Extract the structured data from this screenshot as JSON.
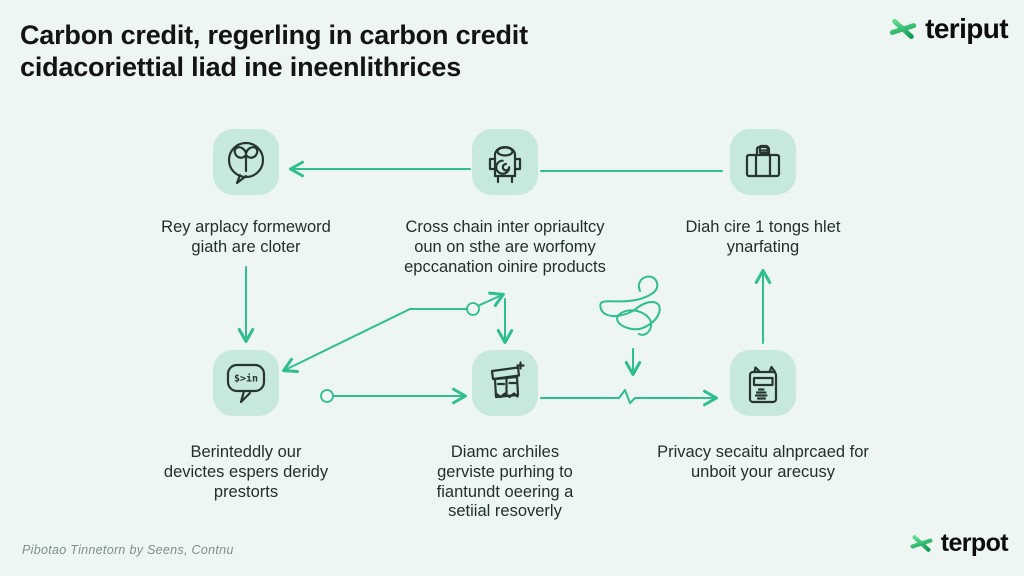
{
  "title": "Carbon credit, regerling in carbon credit\ncidacoriettial liad ine ineenlithrices",
  "logo_top": {
    "brand": "teriput",
    "icon": "asterisk-icon"
  },
  "logo_bottom": {
    "brand": "terpot",
    "icon": "asterisk-icon"
  },
  "footnote": "Pibotao Tinnetorn by Seens, Contnu",
  "colors": {
    "background": "#edf6f2",
    "node_fill": "#c6e8dd",
    "arrow_green": "#2fbe8f",
    "icon_stroke": "#26352f",
    "title_text": "#141414",
    "label_text": "#22302b",
    "logo_text": "#0d0d0d",
    "footnote_text": "#7e8e8a",
    "logo_green_light": "#5fdd8e",
    "logo_green_dark": "#0f9d58"
  },
  "nodes": [
    {
      "id": "top-left",
      "icon": "speech-circle-icon",
      "label": "Rey arplacy formeword\ngiath are cloter"
    },
    {
      "id": "top-center",
      "icon": "robot-icon",
      "label": "Cross chain inter opriaultcy\noun on sthe are worfomy\nepccanation oinire products"
    },
    {
      "id": "top-right",
      "icon": "briefcase-icon",
      "label": "Diah cire 1 tongs hlet\nynarfating"
    },
    {
      "id": "bottom-left",
      "icon": "code-chat-icon",
      "icon_text": "$>in",
      "label": "Berinteddly our\ndevictes espers deridy\nprestorts"
    },
    {
      "id": "bottom-center",
      "icon": "box-papers-icon",
      "label": "Diamc archiles\ngerviste purhing to\nfiantundt oeering a\nsetiial resoverly"
    },
    {
      "id": "bottom-right",
      "icon": "container-icon",
      "label": "Privacy secaitu alnprcaed for\nunboit your arecusy"
    }
  ]
}
